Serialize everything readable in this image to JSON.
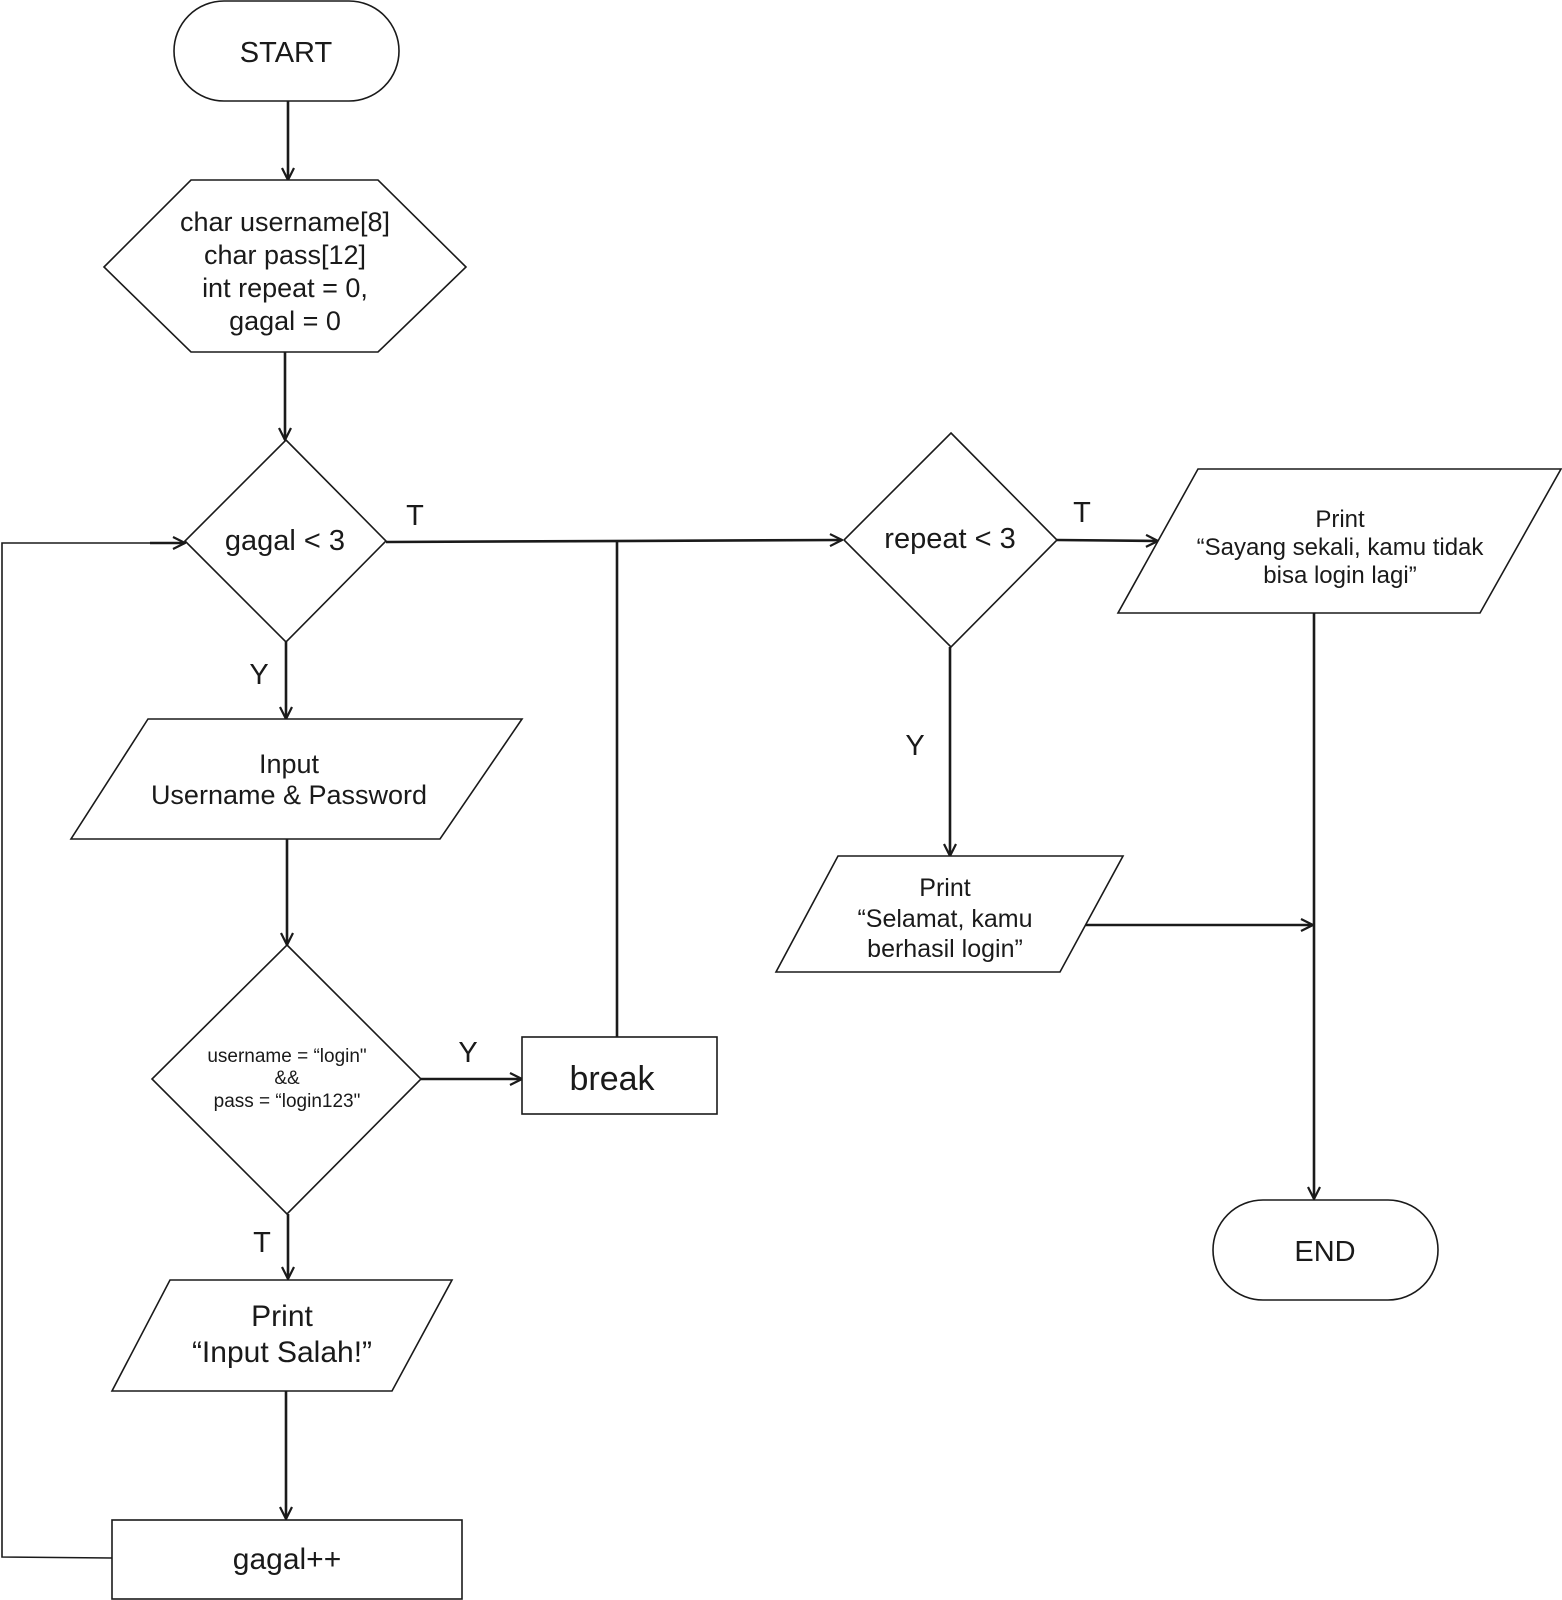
{
  "nodes": {
    "start": {
      "text": "START"
    },
    "declare": {
      "lines": [
        "char username[8]",
        "char pass[12]",
        "int  repeat = 0,",
        "gagal = 0"
      ]
    },
    "loop_check": {
      "text": "gagal < 3"
    },
    "input": {
      "lines": [
        "Input",
        "Username & Password"
      ]
    },
    "login_check": {
      "lines": [
        "username = “login\"",
        "&&",
        "pass = “login123\""
      ]
    },
    "break": {
      "text": "break"
    },
    "print_wrong": {
      "lines": [
        "Print",
        "“Input Salah!”"
      ]
    },
    "increment": {
      "text": "gagal++"
    },
    "repeat_check": {
      "text": "repeat < 3"
    },
    "print_fail": {
      "lines": [
        "Print",
        "“Sayang sekali, kamu tidak",
        "bisa login lagi”"
      ]
    },
    "print_success": {
      "lines": [
        "Print",
        "“Selamat, kamu",
        "berhasil login”"
      ]
    },
    "end": {
      "text": "END"
    }
  },
  "edge_labels": {
    "loop_true": "T",
    "loop_yes": "Y",
    "login_yes": "Y",
    "login_false": "T",
    "repeat_true": "T",
    "repeat_yes": "Y"
  }
}
